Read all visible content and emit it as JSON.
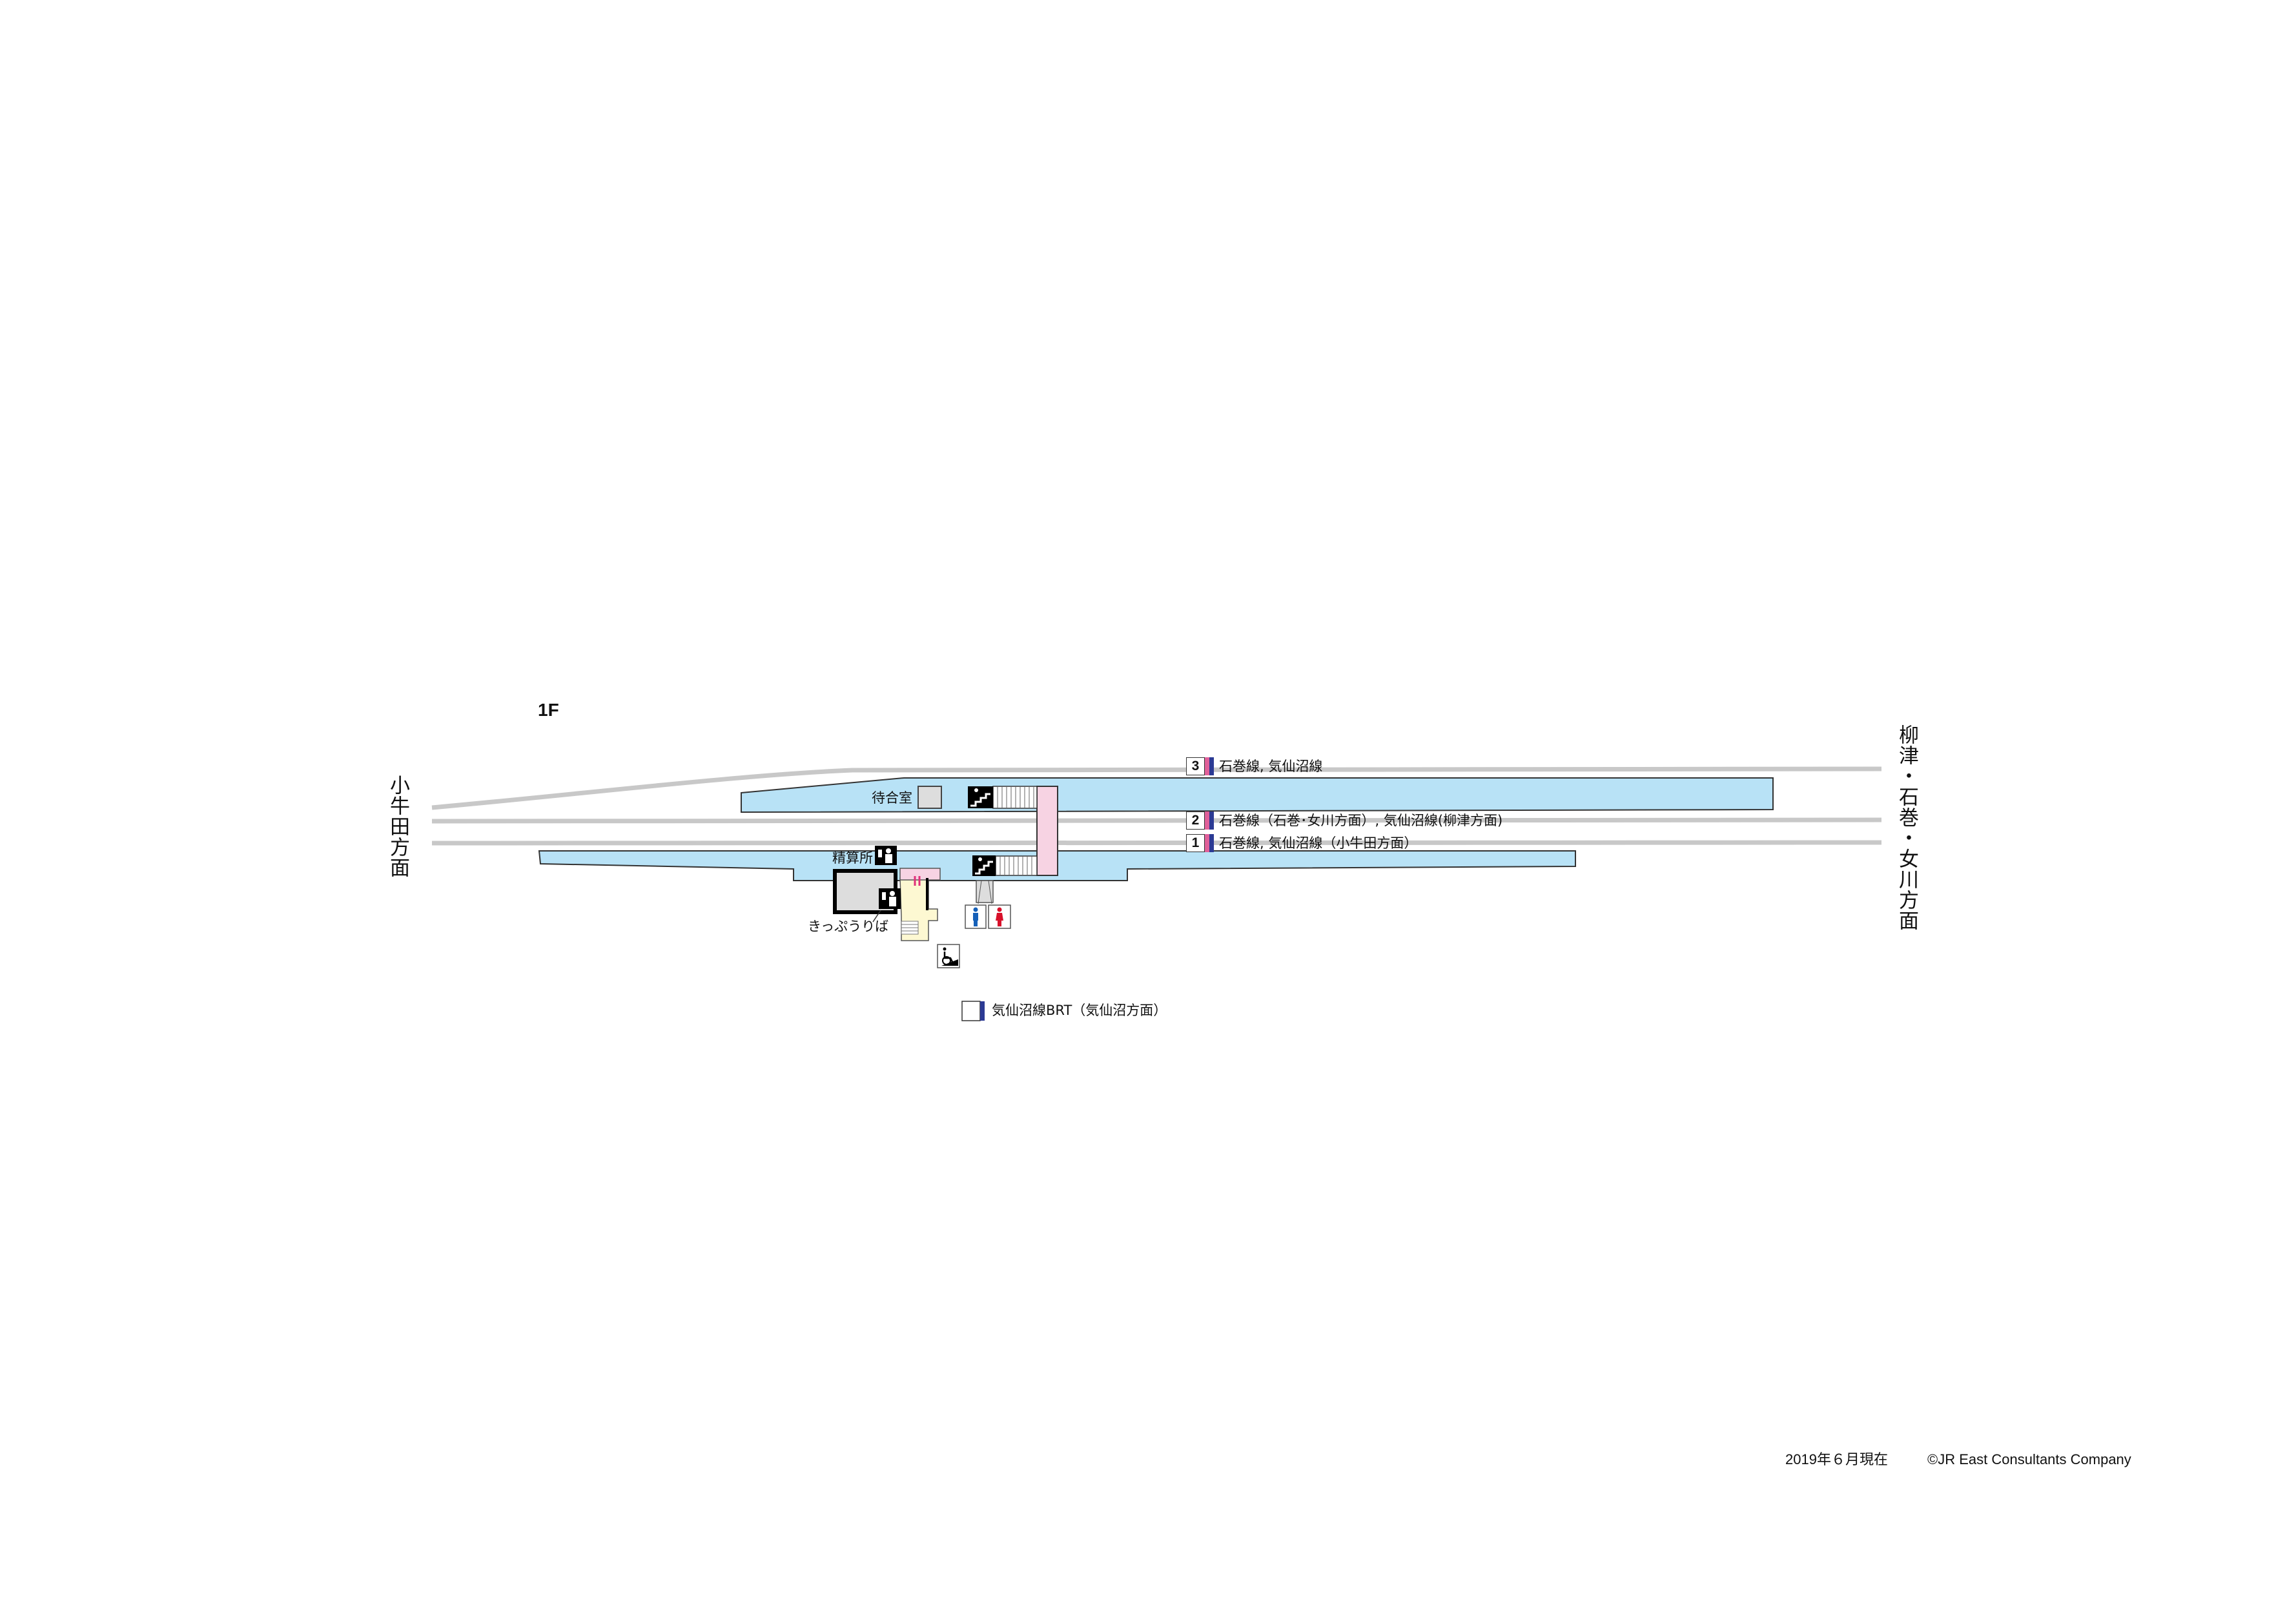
{
  "floor_label": "1F",
  "directions": {
    "left": "小牛田方面",
    "right": "柳津・石巻・女川方面"
  },
  "platforms": [
    {
      "number": "3",
      "text": "石巻線, 気仙沼線"
    },
    {
      "number": "2",
      "text": "石巻線（石巻･女川方面）, 気仙沼線(柳津方面)"
    },
    {
      "number": "1",
      "text": "石巻線, 気仙沼線（小牛田方面）"
    }
  ],
  "labels": {
    "waiting_room": "待合室",
    "fare_adjustment": "精算所",
    "ticket_office": "きっぷうりば"
  },
  "legend": {
    "brt": "気仙沼線BRT（気仙沼方面）"
  },
  "footer": {
    "date": "2019年６月現在",
    "copyright": "©JR East Consultants Company"
  },
  "colors": {
    "platform": "#b8e2f6",
    "bridge": "#f7d3e3",
    "track": "#c8c8c8",
    "concourse": "#fdf8d2",
    "line_pink": "#e0609a",
    "line_blue": "#2c3a94",
    "men": "#1560b8",
    "women": "#d8102a"
  }
}
